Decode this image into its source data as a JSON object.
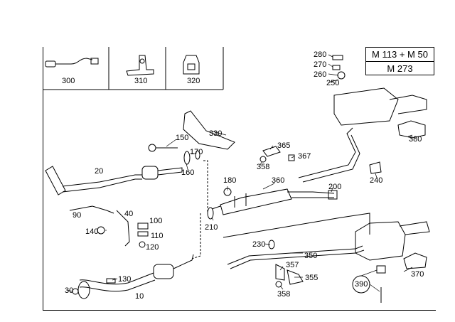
{
  "model_box": {
    "row1": "M 113 + M 50",
    "row2": "M 273"
  },
  "insets": {
    "a": "300",
    "b": "310",
    "c": "320"
  },
  "callouts": {
    "c10": "10",
    "c20": "20",
    "c30": "30",
    "c40": "40",
    "c90": "90",
    "c100": "100",
    "c110": "110",
    "c120": "120",
    "c130": "130",
    "c140": "140",
    "c150": "150",
    "c160": "160",
    "c170": "170",
    "c180": "180",
    "c200": "200",
    "c210": "210",
    "c230": "230",
    "c240": "240",
    "c250": "250",
    "c260": "260",
    "c270": "270",
    "c280": "280",
    "c330": "330",
    "c350": "350",
    "c355": "355",
    "c357": "357",
    "c358a": "358",
    "c358b": "358",
    "c360": "360",
    "c365": "365",
    "c367": "367",
    "c370": "370",
    "c380": "380",
    "c390": "390"
  }
}
